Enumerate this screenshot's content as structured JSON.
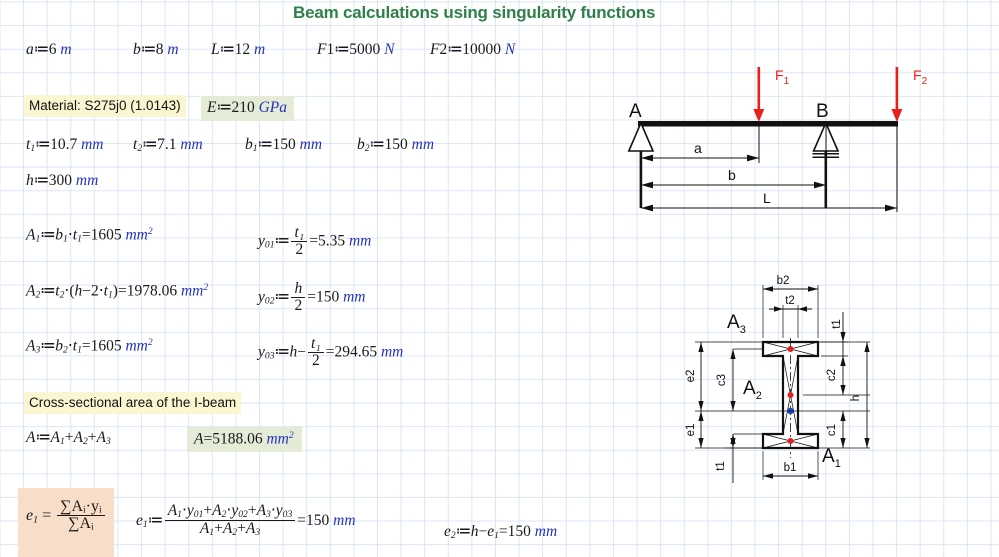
{
  "title": "Beam calculations using singularity functions",
  "inputs": {
    "a": {
      "name": "a",
      "assign": ":=",
      "value": "6",
      "unit": "m"
    },
    "b": {
      "name": "b",
      "assign": ":=",
      "value": "8",
      "unit": "m"
    },
    "L": {
      "name": "L",
      "assign": ":=",
      "value": "12",
      "unit": "m"
    },
    "F1": {
      "name": "F1",
      "assign": ":=",
      "value": "5000",
      "unit": "N"
    },
    "F2": {
      "name": "F2",
      "assign": ":=",
      "value": "10000",
      "unit": "N"
    }
  },
  "material": {
    "label": "Material: S275j0 (1.0143)",
    "E": {
      "name": "E",
      "assign": ":=",
      "value": "210",
      "unit": "GPa"
    }
  },
  "section": {
    "t1": {
      "value": "10.7",
      "unit": "mm"
    },
    "t2": {
      "value": "7.1",
      "unit": "mm"
    },
    "b1": {
      "value": "150",
      "unit": "mm"
    },
    "b2": {
      "value": "150",
      "unit": "mm"
    },
    "h": {
      "value": "300",
      "unit": "mm"
    }
  },
  "areas": {
    "A1": {
      "expr": "b₁·t₁",
      "value": "1605",
      "unit": "mm",
      "exp": "2"
    },
    "A2": {
      "expr": "t₂·(h−2·t₁)",
      "value": "1978.06",
      "unit": "mm",
      "exp": "2"
    },
    "A3": {
      "expr": "b₂·t₁",
      "value": "1605",
      "unit": "mm",
      "exp": "2"
    }
  },
  "centroids": {
    "y01": {
      "num": "t₁",
      "den": "2",
      "value": "5.35",
      "unit": "mm"
    },
    "y02": {
      "num": "h",
      "den": "2",
      "value": "150",
      "unit": "mm"
    },
    "y03": {
      "lead": "h−",
      "num": "t₁",
      "den": "2",
      "value": "294.65",
      "unit": "mm"
    }
  },
  "area_total": {
    "heading": "Cross-sectional area of the I-beam",
    "def_label": "A",
    "def_expr": "A₁+A₂+A₃",
    "result_label": "A",
    "result_value": "5188.06",
    "result_unit": "mm",
    "result_exp": "2"
  },
  "centroid_block": {
    "formula_lhs": "e₁ =",
    "formula_num": "∑Aᵢ·yᵢ",
    "formula_den": "∑Aᵢ",
    "e1": {
      "label": "e₁",
      "assign": ":=",
      "num": "A₁·y₀₁+A₂·y₀₂+A₃·y₀₃",
      "den": "A₁+A₂+A₃",
      "value": "150",
      "unit": "mm"
    },
    "e2": {
      "label": "e₂",
      "assign": ":=",
      "expr": "h−e₁",
      "value": "150",
      "unit": "mm"
    }
  },
  "beam_diagram": {
    "name": "free-body-beam-diagram",
    "support_a_label": "A",
    "support_b_label": "B",
    "force1_label": "F",
    "force1_sub": "1",
    "force2_label": "F",
    "force2_sub": "2",
    "dim_a": "a",
    "dim_b": "b",
    "dim_L": "L",
    "force_color": "#e8201a"
  },
  "section_diagram": {
    "name": "i-beam-cross-section-diagram",
    "labels": {
      "b2": "b2",
      "b1": "b1",
      "t2": "t2",
      "t1_top": "t1",
      "t1_bottom": "t1",
      "A1": "A",
      "A1_sub": "1",
      "A2": "A",
      "A2_sub": "2",
      "A3": "A",
      "A3_sub": "3",
      "e1": "e1",
      "e2": "e2",
      "c1": "c1",
      "c2": "c2",
      "c3": "c3",
      "h": "h"
    },
    "centroid_marker_color": "#e02020",
    "overall_centroid_color": "#2040d0"
  },
  "colors": {
    "title": "#2e8049",
    "unit": "#2233bb",
    "highlight_yellow": "#fbf6d2",
    "highlight_green": "#e4ecd8",
    "highlight_peach": "#f8ddc8",
    "grid": "#dbe6f6"
  }
}
